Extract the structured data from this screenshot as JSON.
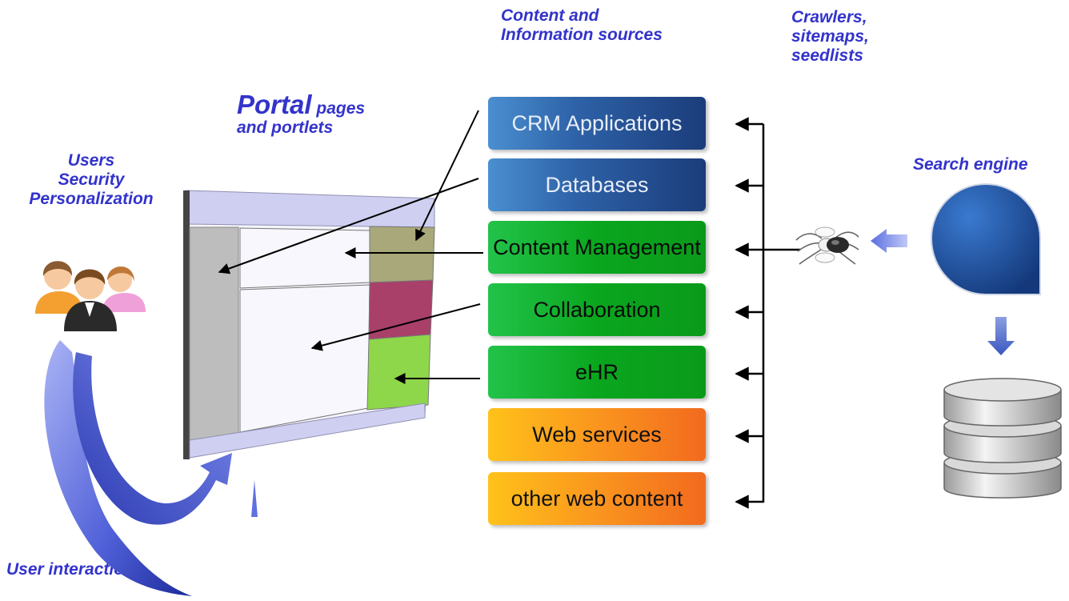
{
  "labels": {
    "content_sources": [
      "Content and",
      "Information sources"
    ],
    "crawlers": [
      "Crawlers,",
      "sitemaps,",
      "seedlists"
    ],
    "portal_big": "Portal",
    "portal_small": "pages",
    "portal_line2": "and portlets",
    "users": [
      "Users",
      "Security",
      "Personalization"
    ],
    "search_engine": "Search engine",
    "user_interaction": "User interaction"
  },
  "sources": [
    {
      "label": "CRM Applications",
      "style": "blue"
    },
    {
      "label": "Databases",
      "style": "blue"
    },
    {
      "label": "Content Management",
      "style": "green"
    },
    {
      "label": "Collaboration",
      "style": "green"
    },
    {
      "label": "eHR",
      "style": "green"
    },
    {
      "label": "Web services",
      "style": "orange"
    },
    {
      "label": "other web content",
      "style": "orange"
    }
  ],
  "colors": {
    "label_text": "#3333cc",
    "portal_frame": "#c8c8f0",
    "portal_left_column": "#bdbdbd",
    "portlet_olive": "#a8a87a",
    "portlet_magenta": "#a8406a",
    "portlet_lime": "#8ed64a",
    "search_engine_blue": "#1f4f96"
  }
}
